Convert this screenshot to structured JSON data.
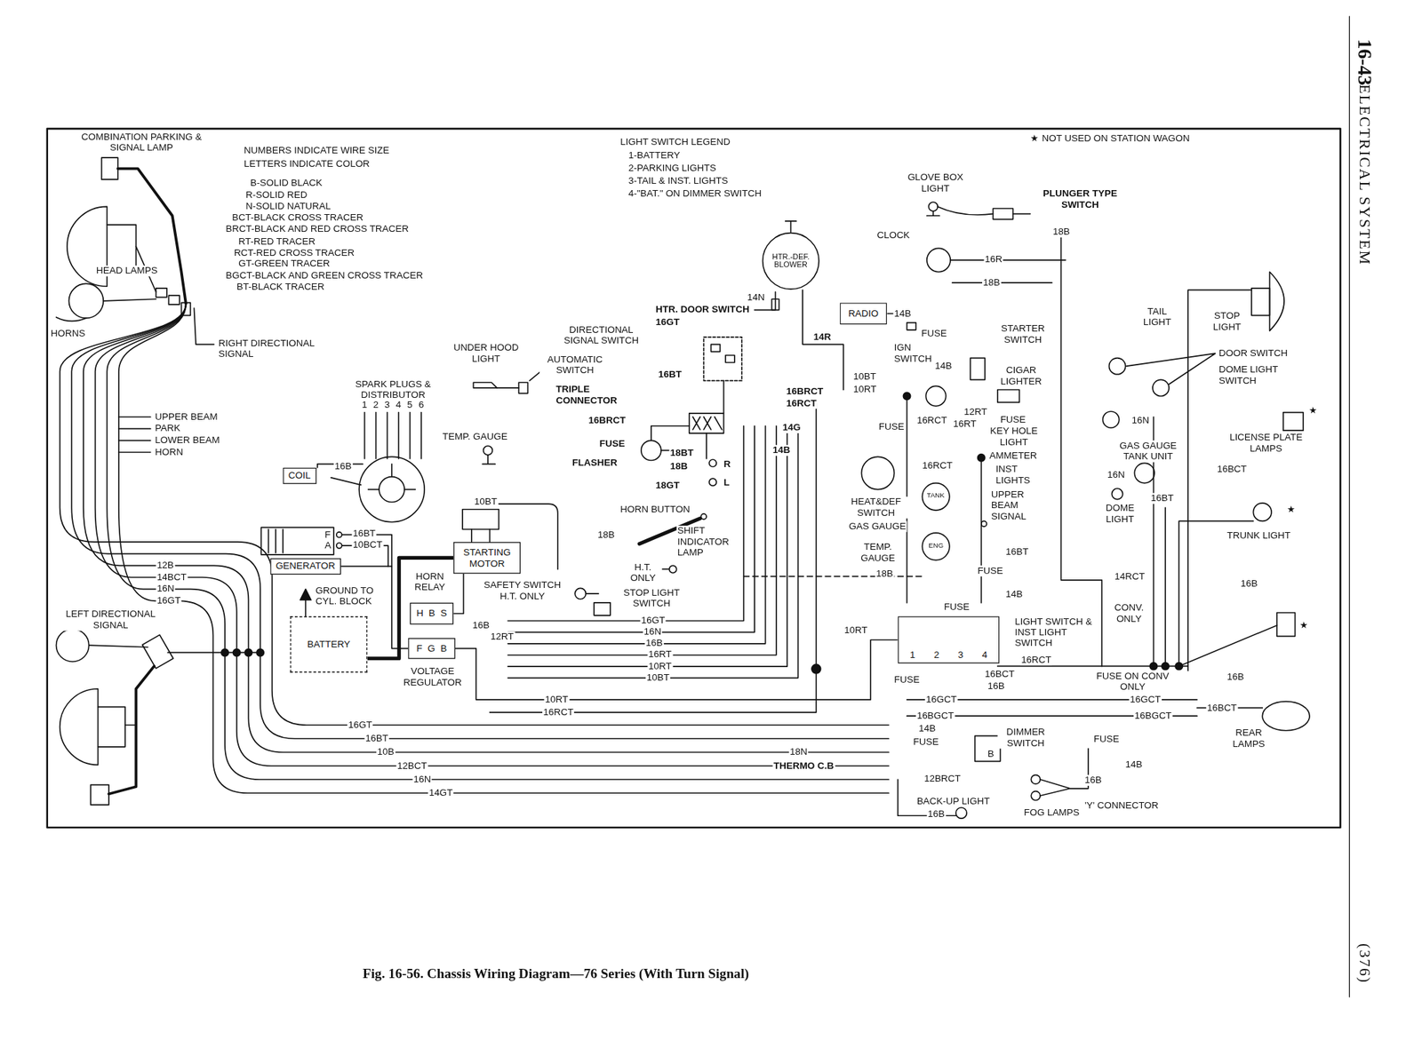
{
  "diagram": {
    "caption": "Fig. 16-56. Chassis Wiring Diagram—76 Series (With Turn Signal)",
    "nodes": [
      {
        "text": [
          "COIL"
        ]
      },
      {
        "text": [
          "GENERATOR"
        ]
      },
      {
        "text": [
          "BATTERY"
        ]
      },
      {
        "text": [
          "STARTING MOTOR"
        ]
      },
      {
        "text": [
          "H",
          "B",
          "S"
        ]
      },
      {
        "text": [
          "F",
          "G",
          "B"
        ]
      },
      {
        "text": [
          "HTR.-DEF. BLOWER"
        ]
      },
      {
        "text": [
          "RADIO"
        ]
      },
      {
        "text": [
          "1",
          "2",
          "3",
          "4"
        ]
      }
    ],
    "edges": [
      {
        "from": 2,
        "to": 3,
        "arrow": "none"
      },
      {
        "from": 1,
        "to": 5,
        "arrow": "none"
      },
      {
        "from": 3,
        "to": 4,
        "arrow": "none"
      },
      {
        "from": 5,
        "to": 8,
        "arrow": "none"
      }
    ],
    "labels": [
      "16-43",
      "ELECTRICAL SYSTEM",
      "(376)",
      "COMBINATION PARKING & SIGNAL LAMP",
      "HEAD LAMPS",
      "HORNS",
      "RIGHT DIRECTIONAL SIGNAL",
      "UPPER BEAM",
      "PARK",
      "LOWER BEAM",
      "HORN",
      "NUMBERS INDICATE WIRE SIZE",
      "LETTERS INDICATE COLOR",
      "B-SOLID BLACK",
      "R-SOLID RED",
      "N-SOLID NATURAL",
      "BCT-BLACK CROSS TRACER",
      "BRCT-BLACK AND RED CROSS TRACER",
      "RT-RED TRACER",
      "RCT-RED CROSS TRACER",
      "GT-GREEN TRACER",
      "BGCT-BLACK AND GREEN CROSS TRACER",
      "BT-BLACK TRACER",
      "LIGHT SWITCH LEGEND",
      "1-BATTERY",
      "2-PARKING LIGHTS",
      "3-TAIL & INST. LIGHTS",
      "4-\"BAT.\" ON DIMMER SWITCH",
      "★ NOT USED ON STATION WAGON",
      "SPARK PLUGS & DISTRIBUTOR",
      "1",
      "2",
      "3",
      "4",
      "5",
      "6",
      "16B",
      "16BT",
      "10BCT",
      "F",
      "A",
      "GROUND TO CYL. BLOCK",
      "HORN RELAY",
      "VOLTAGE REGULATOR",
      "SAFETY SWITCH H.T. ONLY",
      "10BT",
      "16B",
      "12RT",
      "12B",
      "14BCT",
      "16N",
      "16GT",
      "LEFT DIRECTIONAL SIGNAL",
      "16GT",
      "16BT",
      "10B",
      "12BCT",
      "16N",
      "14GT",
      "10RT",
      "16RCT",
      "UNDER HOOD LIGHT",
      "AUTOMATIC SWITCH",
      "TEMP. GAUGE",
      "DIRECTIONAL SIGNAL SWITCH",
      "TRIPLE CONNECTOR",
      "16BRCT",
      "FUSE",
      "FLASHER",
      "16BT",
      "18BT",
      "18B",
      "18GT",
      "R",
      "L",
      "HORN BUTTON",
      "18B",
      "SHIFT INDICATOR LAMP",
      "H.T. ONLY",
      "STOP LIGHT SWITCH",
      "16GT",
      "16N",
      "16B",
      "16RT",
      "10RT",
      "10BT",
      "14N",
      "HTR. DOOR SWITCH",
      "16GT",
      "14R",
      "16BRCT",
      "16RCT",
      "14G",
      "14B",
      "THERMO C.B",
      "18N",
      "14B",
      "FUSE",
      "IGN SWITCH",
      "14B",
      "10BT",
      "10RT",
      "STARTER SWITCH",
      "CIGAR LIGHTER",
      "12RT",
      "16RT",
      "FUSE",
      "16RCT",
      "KEY HOLE LIGHT",
      "AMMETER",
      "INST LIGHTS",
      "UPPER BEAM SIGNAL",
      "16RCT",
      "FUSE",
      "HEAT&DEF SWITCH",
      "GAS GAUGE",
      "TEMP. GAUGE",
      "TANK",
      "ENG",
      "16BT",
      "18B",
      "FUSE",
      "14B",
      "FUSE",
      "10RT",
      "LIGHT SWITCH & INST LIGHT SWITCH",
      "16BCT",
      "16B",
      "16RCT",
      "FUSE",
      "16GCT",
      "16BGCT",
      "14B",
      "FUSE",
      "DIMMER SWITCH",
      "B",
      "12BRCT",
      "BACK-UP LIGHT",
      "16B",
      "FOG LAMPS",
      "'Y' CONNECTOR",
      "16B",
      "FUSE",
      "14B",
      "CLOCK",
      "16R",
      "18B",
      "GLOVE BOX LIGHT",
      "PLUNGER TYPE SWITCH",
      "18B",
      "TAIL LIGHT",
      "STOP LIGHT",
      "DOOR SWITCH",
      "DOME LIGHT SWITCH",
      "16N",
      "GAS GAUGE TANK UNIT",
      "16N",
      "16BT",
      "DOME LIGHT",
      "LICENSE PLATE LAMPS",
      "★",
      "16BCT",
      "TRUNK LIGHT",
      "★",
      "14RCT",
      "CONV. ONLY",
      "16B",
      "★",
      "16B",
      "FUSE ON CONV ONLY",
      "16GCT",
      "16BGCT",
      "16BCT",
      "REAR LAMPS"
    ]
  }
}
